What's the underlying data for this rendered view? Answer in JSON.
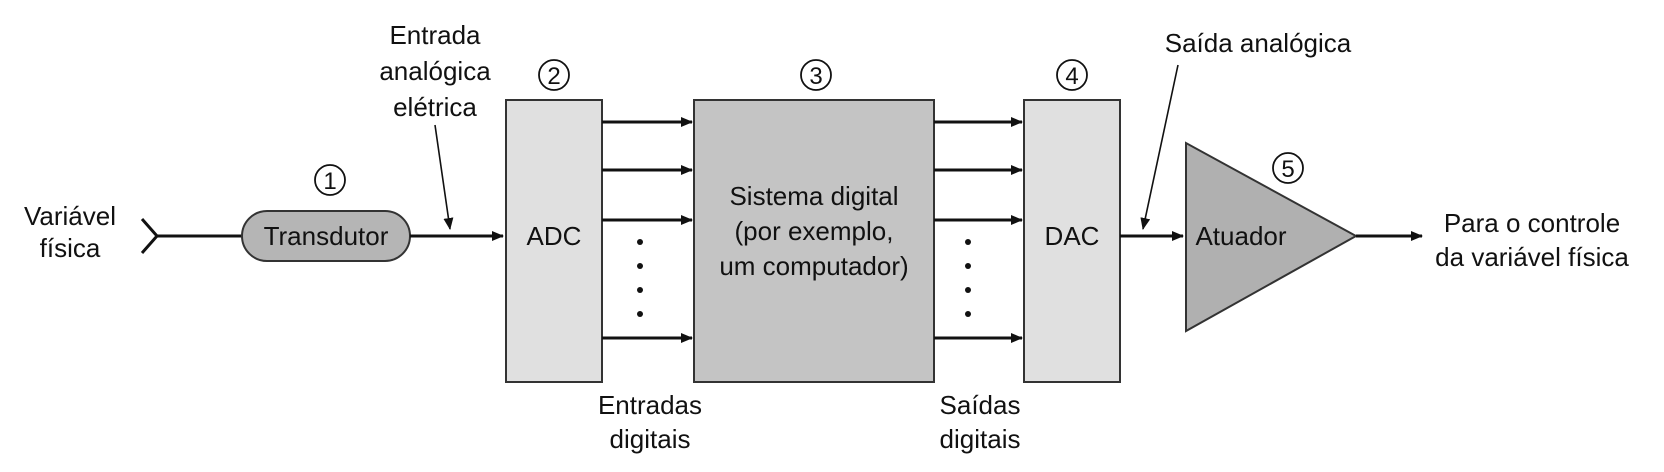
{
  "labels": {
    "input_variable": [
      "Variável",
      "física"
    ],
    "electrical_input": [
      "Entrada",
      "analógica",
      "elétrica"
    ],
    "transducer": "Transdutor",
    "adc": "ADC",
    "digital_system": [
      "Sistema digital",
      "(por exemplo,",
      "um computador)"
    ],
    "dac": "DAC",
    "analog_output": "Saída analógica",
    "actuator": "Atuador",
    "control_output": [
      "Para o controle",
      "da variável física"
    ],
    "digital_inputs": [
      "Entradas",
      "digitais"
    ],
    "digital_outputs": [
      "Saídas",
      "digitais"
    ]
  },
  "step_numbers": [
    "1",
    "2",
    "3",
    "4",
    "5"
  ],
  "colors": {
    "block_light": "#e0e0e0",
    "block_mid": "#c4c4c4",
    "transducer_fill": "#b5b5b5",
    "actuator_fill": "#b0b0b0",
    "line": "#111111"
  }
}
